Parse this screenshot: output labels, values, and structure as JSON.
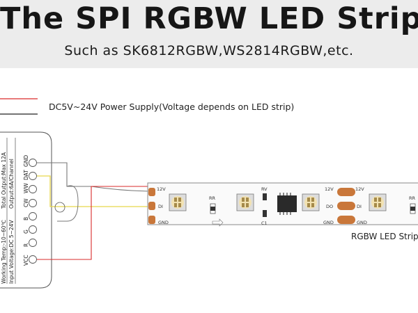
{
  "banner": {
    "title": "The SPI RGBW LED Strip",
    "subtitle": "Such as SK6812RGBW,WS2814RGBW,etc."
  },
  "power_supply": {
    "label": "DC5V~24V Power Supply(Voltage depends on LED strip)"
  },
  "controller": {
    "terminals": [
      "GND",
      "DAT",
      "WW",
      "CW",
      "B",
      "G",
      "R",
      "VCC"
    ],
    "specs": [
      "Input Voltage:DC 5~24V",
      "Output:6A/Channel",
      "Working Temp:-10~60℃",
      "Total Output:Max 12A"
    ]
  },
  "strip": {
    "label": "RGBW LED Strip",
    "pad_labels": {
      "v12_left": "12V",
      "di_left": "DI",
      "gnd_left": "GND",
      "v12_mid": "12V",
      "do_mid": "DO",
      "gnd_mid": "GND",
      "v12_right": "12V",
      "di_right": "DI",
      "gnd_right": "GND"
    },
    "component_labels": {
      "rr_1": "RR",
      "rv": "RV",
      "c1": "C1",
      "rr_2": "RR"
    }
  },
  "colors": {
    "power_red": "#d92b2b",
    "data_yellow": "#e8d64a",
    "strip_copper": "#c9773a",
    "banner_gray": "#ececec"
  }
}
